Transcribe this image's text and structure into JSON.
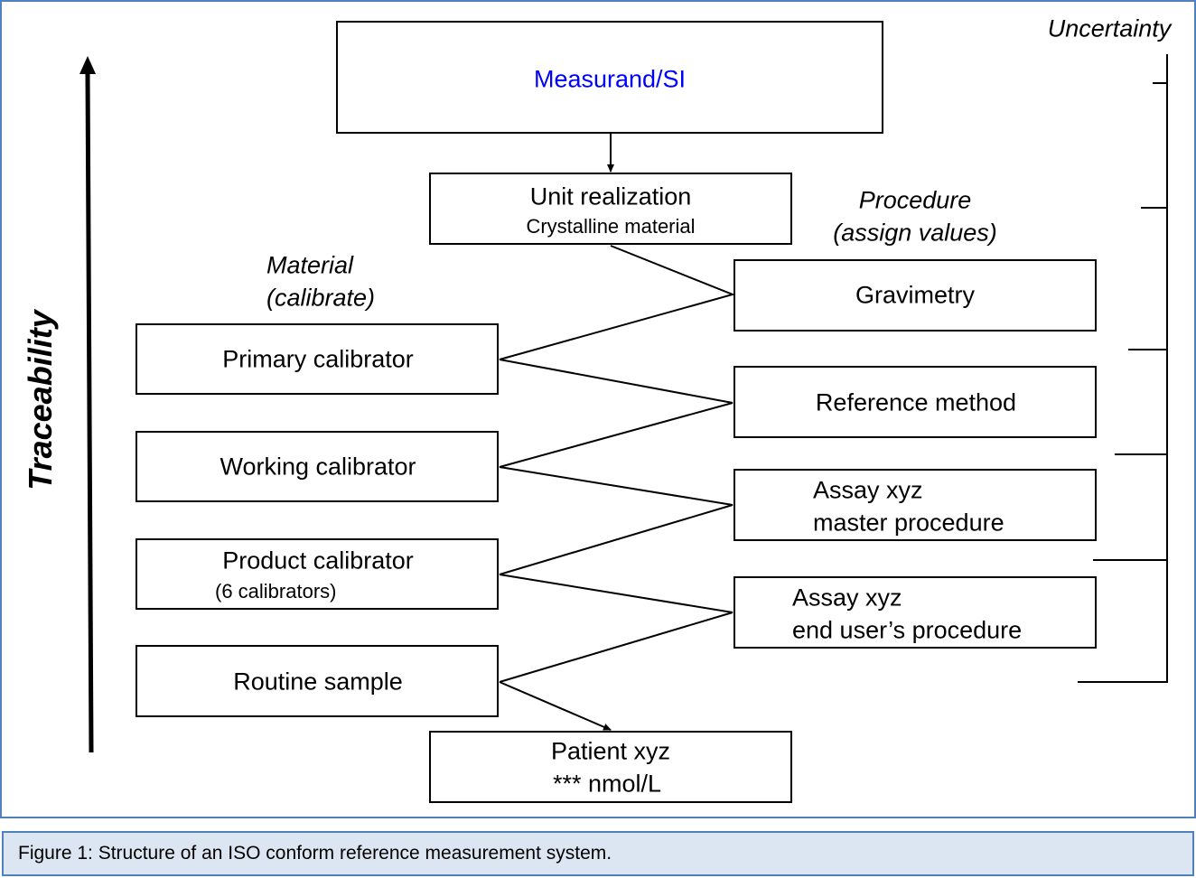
{
  "diagram": {
    "measurand": "Measurand/SI",
    "unit_realization": {
      "title": "Unit realization",
      "subtitle": "Crystalline  material"
    },
    "procedure_header": {
      "line1": "Procedure",
      "line2": "(assign values)"
    },
    "material_header": {
      "line1": "Material",
      "line2": "(calibrate)"
    },
    "procedures": [
      {
        "line1": "Gravimetry"
      },
      {
        "line1": "Reference method"
      },
      {
        "line1": "Assay xyz",
        "line2": "master procedure"
      },
      {
        "line1": "Assay xyz",
        "line2": "end user’s procedure"
      }
    ],
    "materials": [
      {
        "line1": "Primary calibrator"
      },
      {
        "line1": "Working calibrator"
      },
      {
        "line1": "Product calibrator",
        "line2": "(6 calibrators)"
      },
      {
        "line1": "Routine sample"
      }
    ],
    "patient": {
      "line1": "Patient xyz",
      "line2": "*** nmol/L"
    },
    "traceability_label": "Traceability",
    "uncertainty_label": "Uncertainty",
    "colors": {
      "measurand_text": "#0000ff",
      "frame": "#4f81bd",
      "caption_bg": "#dce6f2"
    }
  },
  "caption": "Figure 1: Structure of an ISO conform reference measurement system."
}
